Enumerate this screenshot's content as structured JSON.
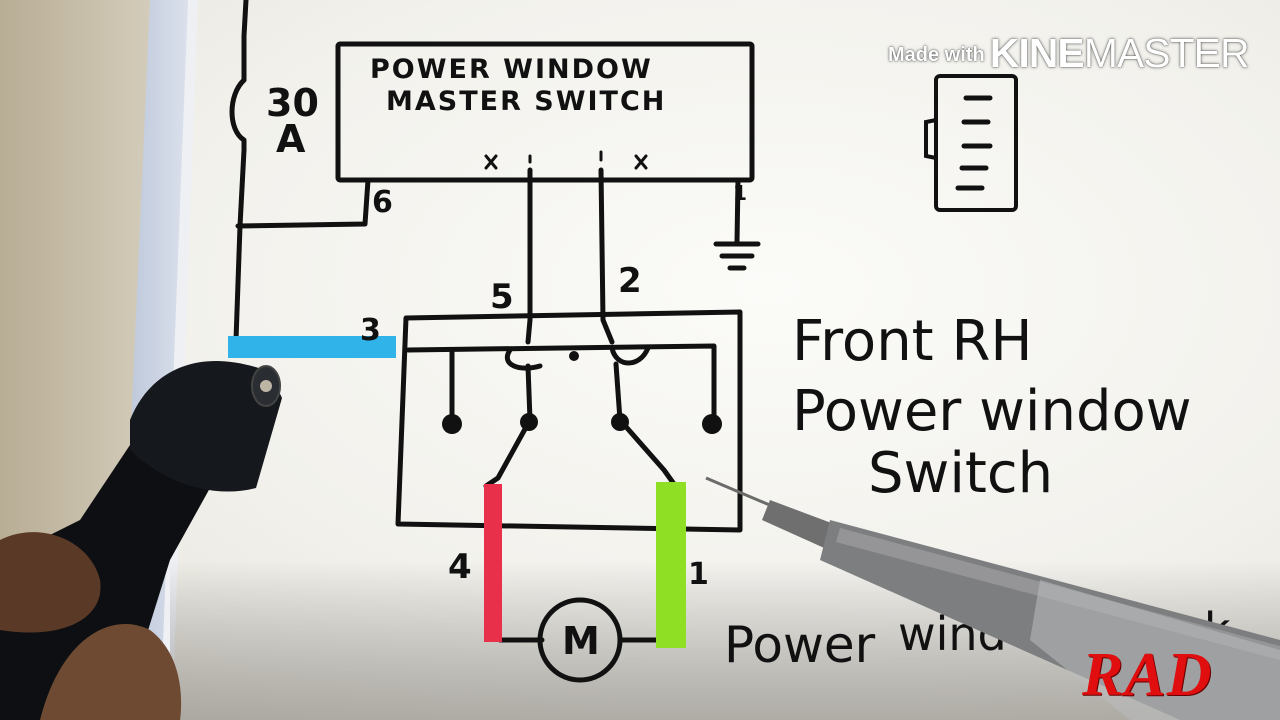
{
  "watermark": {
    "prefix": "Made with",
    "brand_bold": "KINE",
    "brand_light": "MASTER"
  },
  "diagram": {
    "master_switch_title_line1": "POWER WINDOW",
    "master_switch_title_line2": "MASTER SWITCH",
    "fuse_label_line1": "30",
    "fuse_label_line2": "A",
    "master_pin_6": "6",
    "master_pin_1": "1",
    "rh_switch_title_line1": "Front RH",
    "rh_switch_title_line2": "Power window",
    "rh_switch_title_line3": "Switch",
    "pin_5": "5",
    "pin_2": "2",
    "pin_3": "3",
    "pin_4": "4",
    "pin_1": "1",
    "motor_label": "M",
    "motor_caption_part1": "Power",
    "motor_caption_part2": "wind",
    "motor_caption_part3": "otor k",
    "wire_colors": {
      "pin3": "#2fb3e8",
      "pin4": "#e8304a",
      "pin1": "#8fe024"
    }
  },
  "logo": {
    "text": "RAD",
    "color": "#e00e0e"
  }
}
